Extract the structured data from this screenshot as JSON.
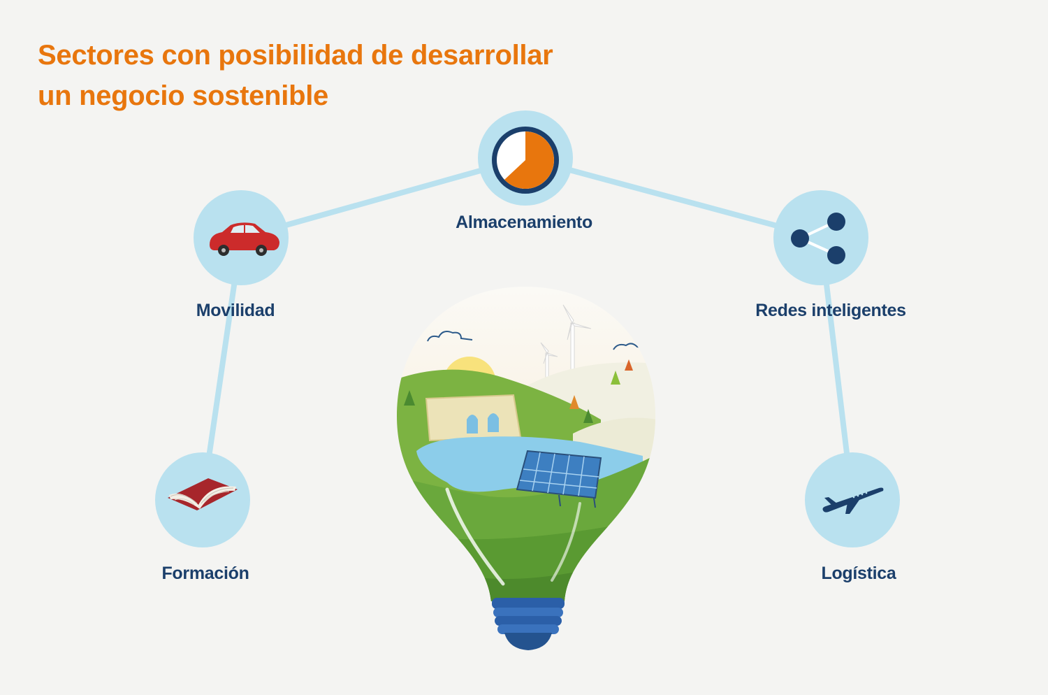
{
  "title": {
    "line1": "Sectores con posibilidad de desarrollar",
    "line2": "un negocio sostenible"
  },
  "nodes": [
    {
      "id": "almacenamiento",
      "label": "Almacenamiento",
      "icon": "battery-pie-icon"
    },
    {
      "id": "movilidad",
      "label": "Movilidad",
      "icon": "car-icon"
    },
    {
      "id": "redes",
      "label": "Redes inteligentes",
      "icon": "share-network-icon"
    },
    {
      "id": "formacion",
      "label": "Formación",
      "icon": "open-book-icon"
    },
    {
      "id": "logistica",
      "label": "Logística",
      "icon": "airplane-icon"
    }
  ],
  "colors": {
    "title": "#e8760d",
    "label": "#1b3f6b",
    "node_circle": "#b9e1ef",
    "connector": "#b9e1ef",
    "accent_orange": "#e8760d",
    "navy": "#1b3f6b"
  },
  "illustration": "lightbulb-landscape-illustration"
}
